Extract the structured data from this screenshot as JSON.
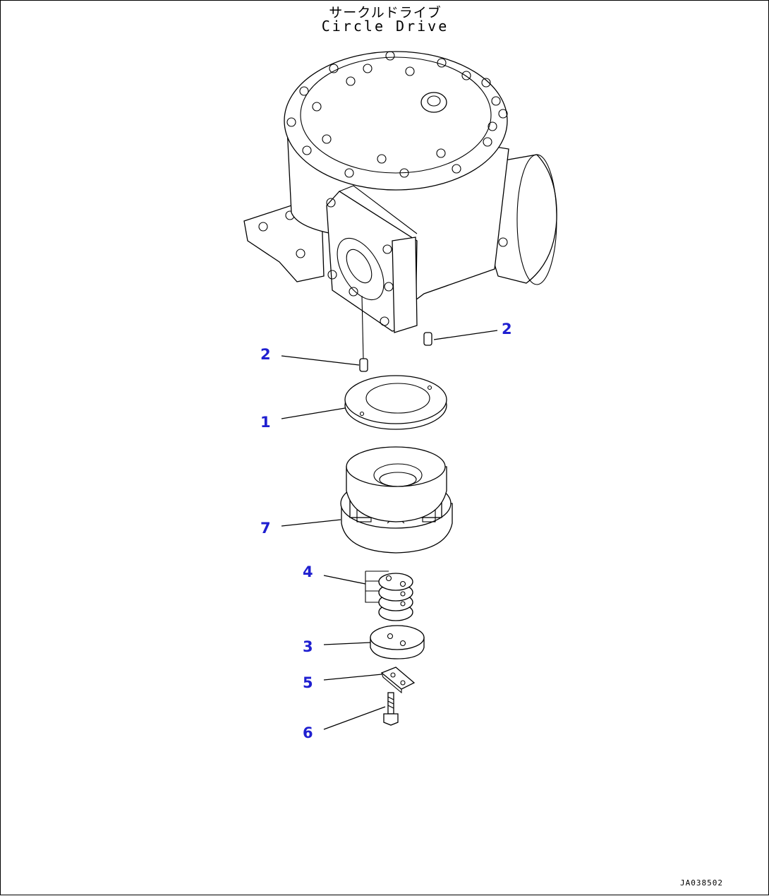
{
  "diagram": {
    "title_ja": "サークルドライブ",
    "title_en": "Circle Drive",
    "drawing_code": "JA038502",
    "callouts": [
      {
        "id": "callout-2-right",
        "label": "2"
      },
      {
        "id": "callout-2-left",
        "label": "2"
      },
      {
        "id": "callout-1",
        "label": "1"
      },
      {
        "id": "callout-7",
        "label": "7"
      },
      {
        "id": "callout-4",
        "label": "4"
      },
      {
        "id": "callout-3",
        "label": "3"
      },
      {
        "id": "callout-5",
        "label": "5"
      },
      {
        "id": "callout-6",
        "label": "6"
      }
    ],
    "accent_color": "#1f1fd0"
  }
}
